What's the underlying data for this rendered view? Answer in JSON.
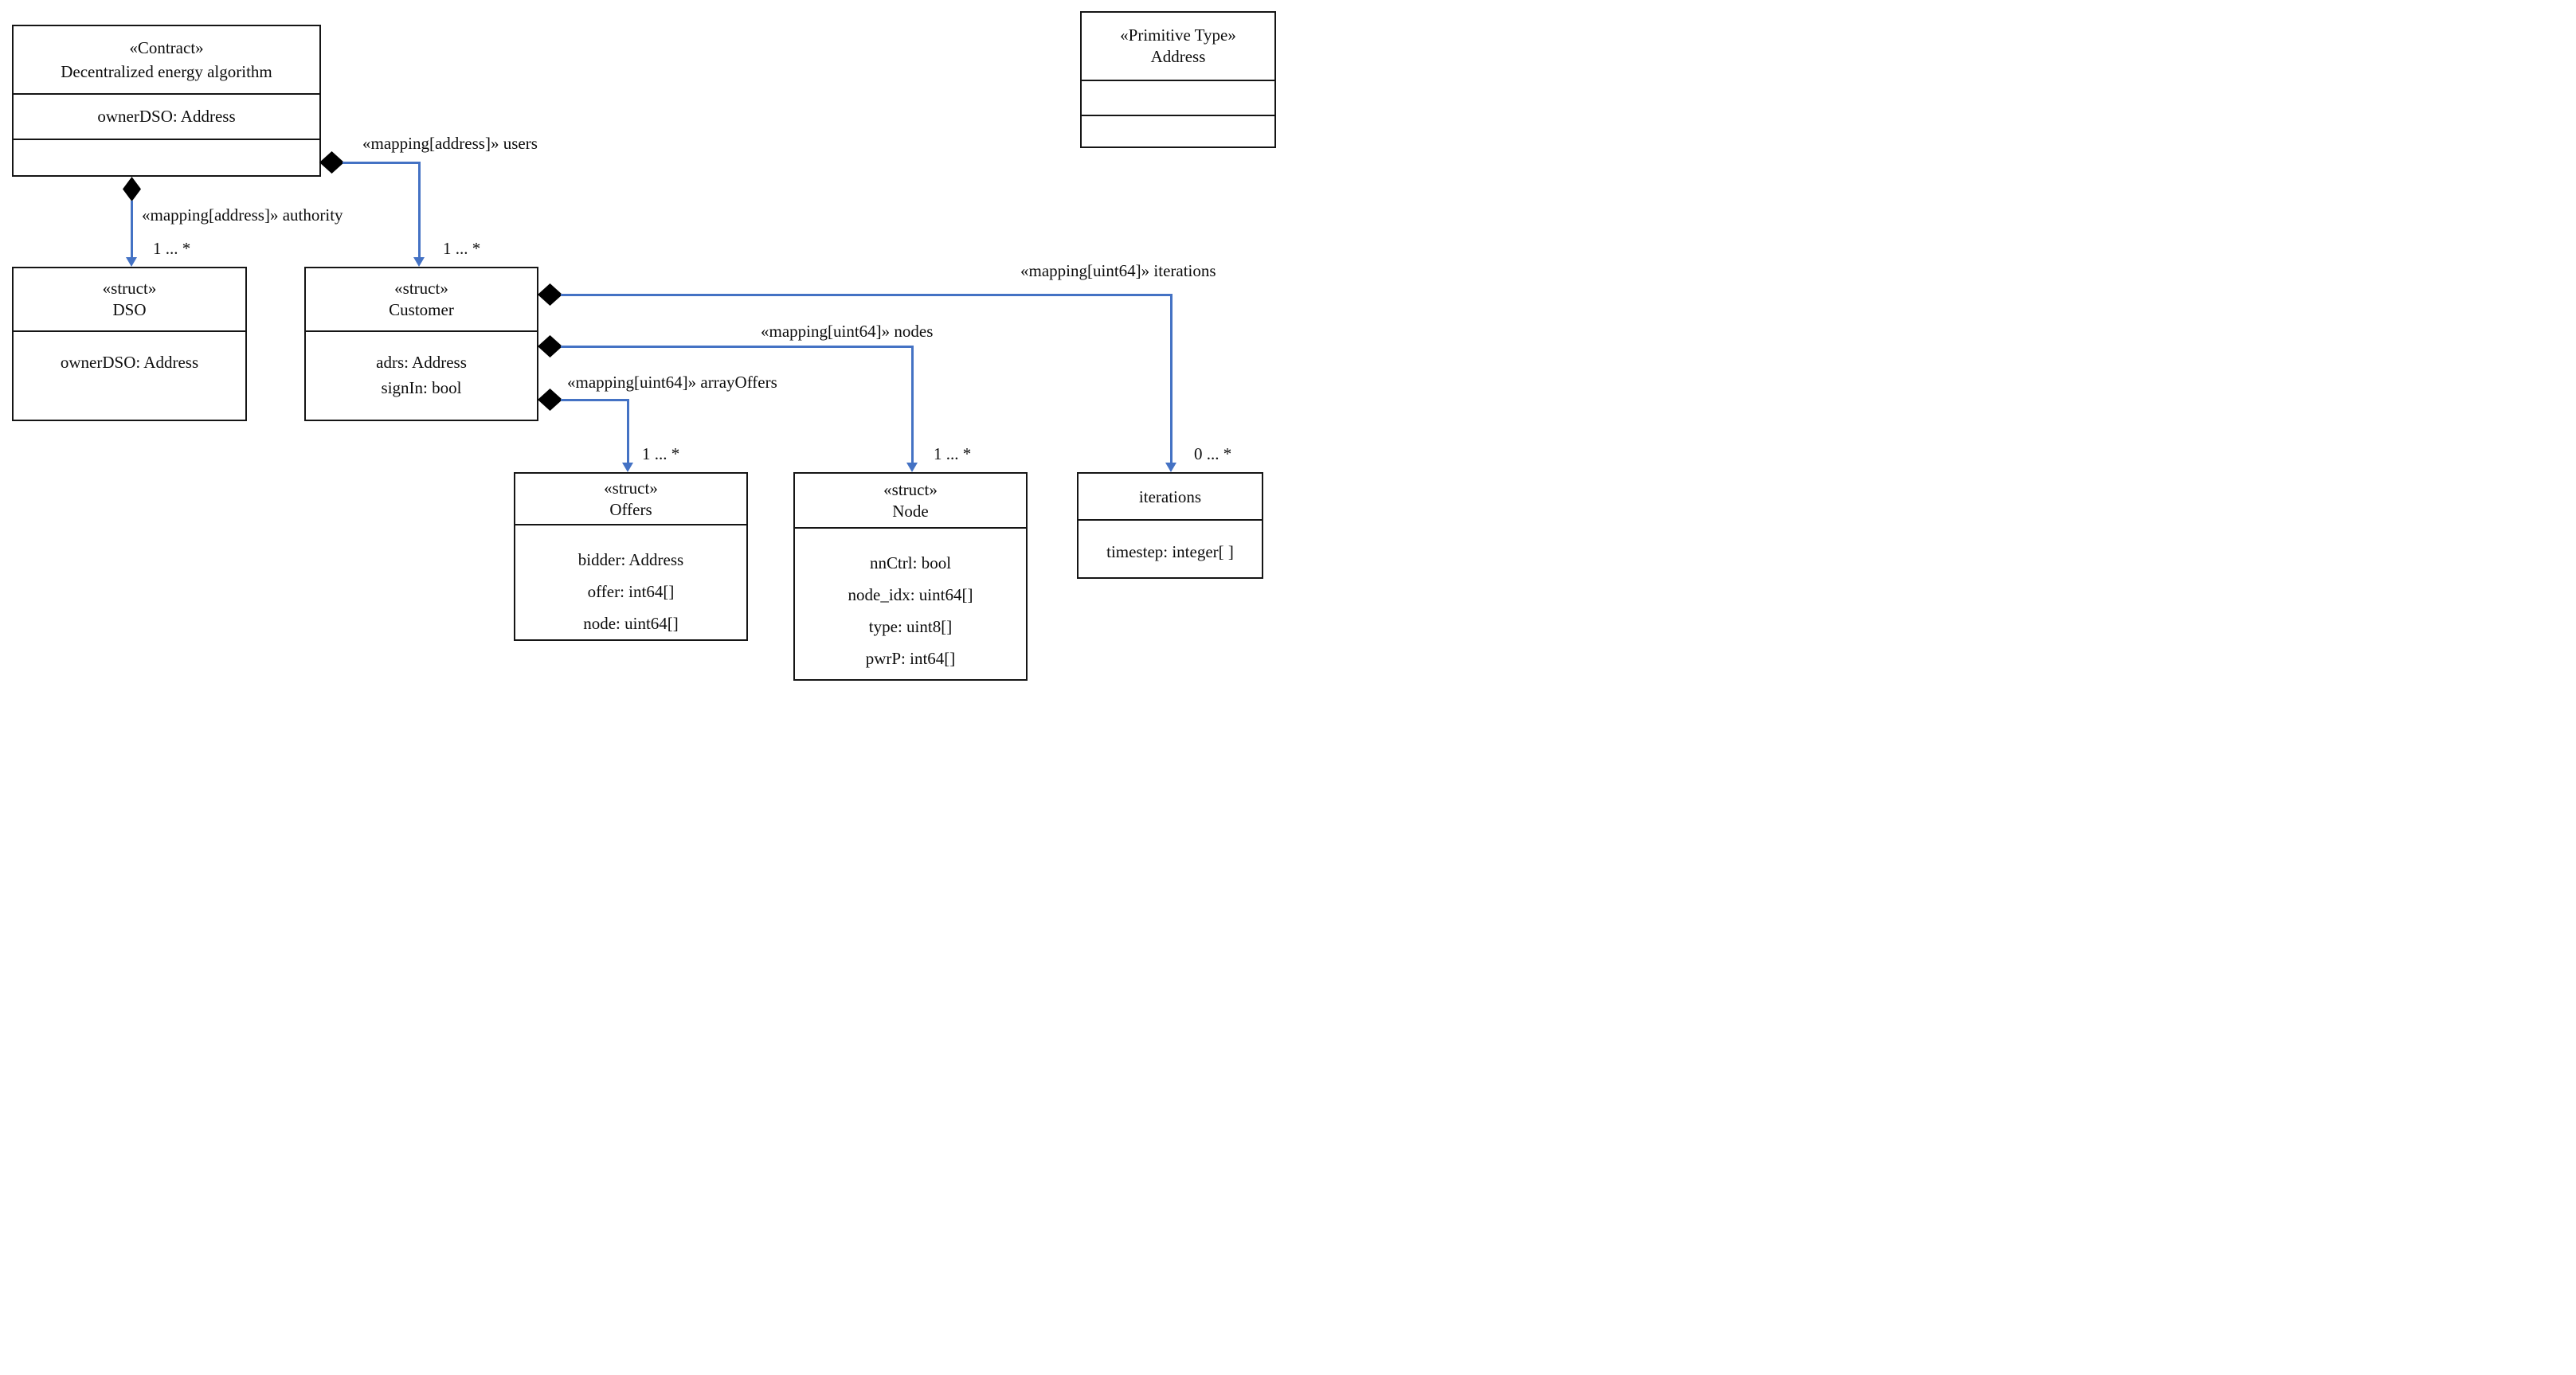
{
  "diagram": {
    "type": "uml-class-diagram",
    "colors": {
      "background": "#ffffff",
      "border": "#151515",
      "text": "#0d0d0d",
      "line": "#4472C4",
      "diamond": "#000000"
    }
  },
  "classes": {
    "contract": {
      "stereotype": "«Contract»",
      "name": "Decentralized energy algorithm",
      "attributes": [
        "ownerDSO: Address"
      ]
    },
    "primitive_address": {
      "stereotype": "«Primitive Type»",
      "name": "Address",
      "attributes": []
    },
    "dso": {
      "stereotype": "«struct»",
      "name": "DSO",
      "attributes": [
        "ownerDSO: Address"
      ]
    },
    "customer": {
      "stereotype": "«struct»",
      "name": "Customer",
      "attributes": [
        "adrs: Address",
        "signIn: bool"
      ]
    },
    "offers": {
      "stereotype": "«struct»",
      "name": "Offers",
      "attributes": [
        "bidder: Address",
        "offer: int64[]",
        "node: uint64[]"
      ]
    },
    "node": {
      "stereotype": "«struct»",
      "name": "Node",
      "attributes": [
        "nnCtrl: bool",
        "node_idx: uint64[]",
        "type: uint8[]",
        "pwrP: int64[]"
      ]
    },
    "iterations": {
      "name": "iterations",
      "attributes": [
        "timestep: integer[ ]"
      ]
    }
  },
  "connectors": {
    "authority": {
      "label": "«mapping[address]» authority",
      "multiplicity": "1 ... *",
      "from": "Decentralized energy algorithm",
      "to": "DSO",
      "kind": "composition"
    },
    "users": {
      "label": "«mapping[address]» users",
      "multiplicity": "1 ... *",
      "from": "Decentralized energy algorithm",
      "to": "Customer",
      "kind": "composition"
    },
    "iterations": {
      "label": "«mapping[uint64]» iterations",
      "multiplicity": "0 ... *",
      "from": "Customer",
      "to": "iterations",
      "kind": "composition"
    },
    "nodes": {
      "label": "«mapping[uint64]» nodes",
      "multiplicity": "1 ... *",
      "from": "Customer",
      "to": "Node",
      "kind": "composition"
    },
    "arrayOffers": {
      "label": "«mapping[uint64]» arrayOffers",
      "multiplicity": "1 ... *",
      "from": "Customer",
      "to": "Offers",
      "kind": "composition"
    }
  }
}
